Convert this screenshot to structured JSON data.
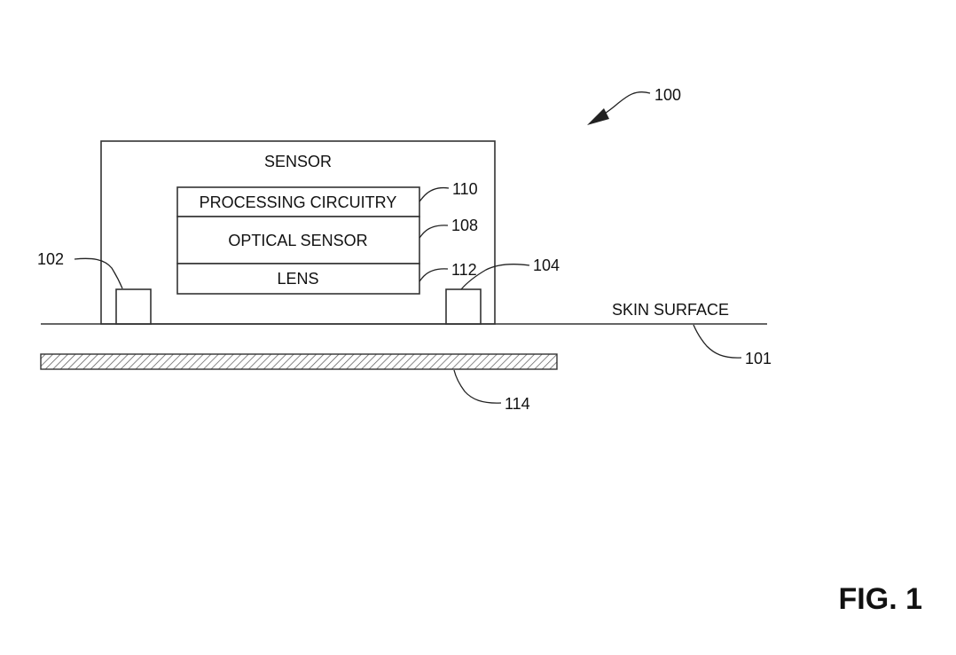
{
  "figure": {
    "title": "FIG. 1",
    "reference_numerals": {
      "system": "100",
      "skin_surface": "101",
      "left_emitter": "102",
      "right_emitter": "104",
      "optical_sensor": "108",
      "processing_circuitry": "110",
      "lens": "112",
      "tissue_layer": "114"
    },
    "labels": {
      "sensor": "SENSOR",
      "processing_circuitry": "PROCESSING CIRCUITRY",
      "optical_sensor": "OPTICAL SENSOR",
      "lens": "LENS",
      "skin_surface": "SKIN SURFACE"
    }
  },
  "colors": {
    "line": "#333333",
    "hatch": "#555555",
    "background": "#ffffff"
  }
}
